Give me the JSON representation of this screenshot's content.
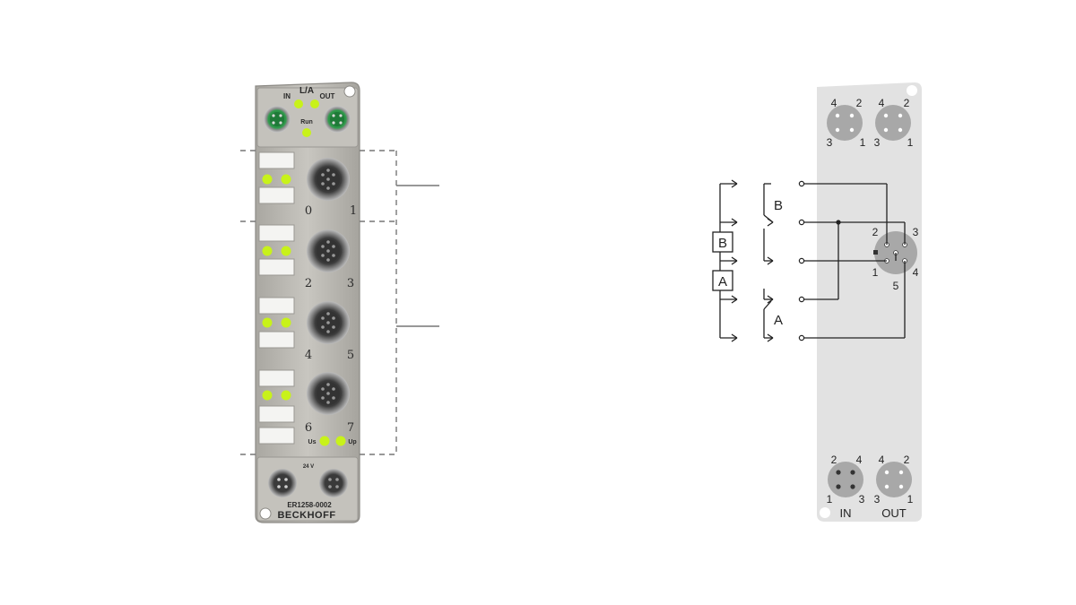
{
  "device": {
    "labels": {
      "in": "IN",
      "la": "L/A",
      "out": "OUT",
      "run": "Run",
      "voltage": "24 V",
      "us": "Us",
      "up": "Up"
    },
    "channels": [
      "0",
      "1",
      "2",
      "3",
      "4",
      "5",
      "6",
      "7"
    ],
    "model": "ER1258-0002",
    "brand": "BECKHOFF",
    "colors": {
      "led_green": "#c8f21a",
      "housing": "#b9b7b1",
      "connector_green": "#2e9a4a"
    }
  },
  "diagram": {
    "top_left_pins": {
      "a": "4",
      "b": "2",
      "c": "3",
      "d": "1"
    },
    "top_right_pins": {
      "a": "4",
      "b": "2",
      "c": "3",
      "d": "1"
    },
    "signal_pins": {
      "p2": "2",
      "p3": "3",
      "p1": "1",
      "p5": "5",
      "p4": "4"
    },
    "contacts": {
      "a": "A",
      "b": "B"
    },
    "boxes": {
      "a": "A",
      "b": "B"
    },
    "bottom_in_pins": {
      "a": "2",
      "b": "4",
      "c": "1",
      "d": "3"
    },
    "bottom_out_pins": {
      "a": "4",
      "b": "2",
      "c": "3",
      "d": "1"
    },
    "bottom_labels": {
      "in": "IN",
      "out": "OUT"
    }
  }
}
